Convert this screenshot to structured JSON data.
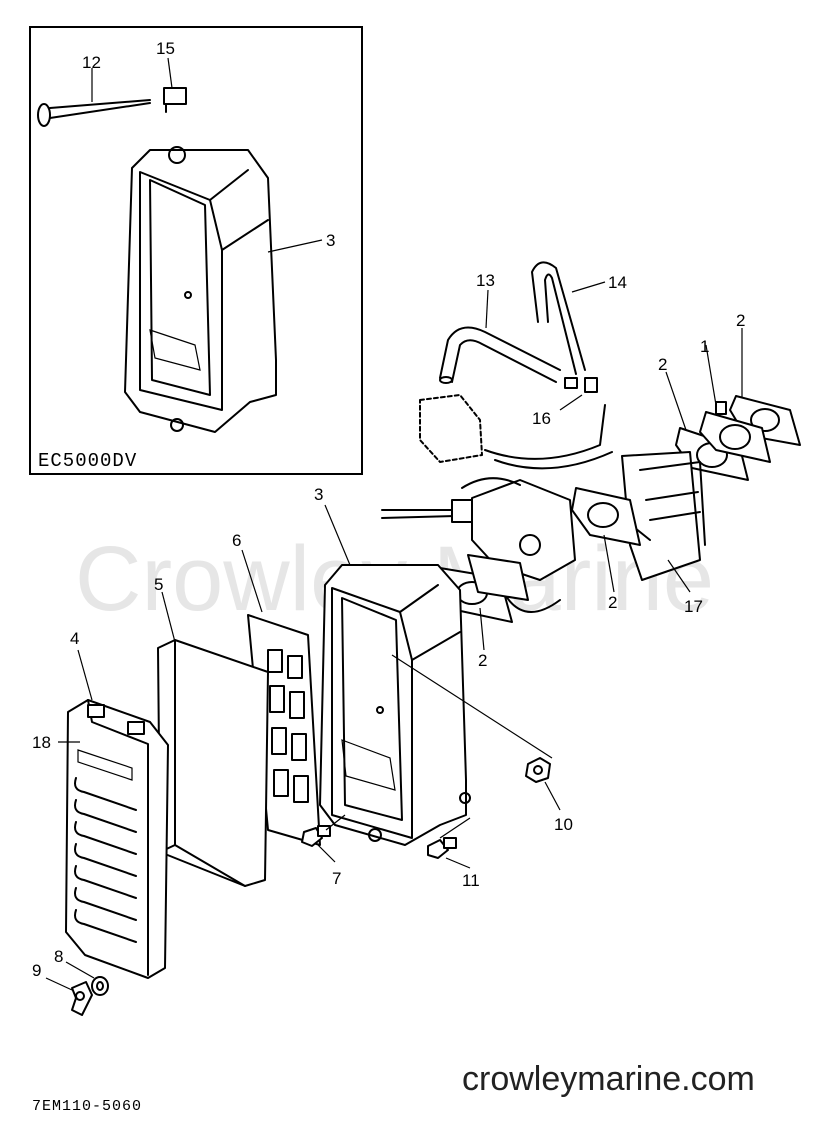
{
  "diagram": {
    "watermark": "Crowley Marine",
    "site_text": "crowleymarine.com",
    "drawing_code": "7EM110-5060",
    "inset_label": "EC5000DV",
    "callouts": [
      "12",
      "15",
      "3",
      "13",
      "14",
      "2",
      "1",
      "2",
      "16",
      "3",
      "6",
      "5",
      "4",
      "18",
      "2",
      "2",
      "17",
      "10",
      "7",
      "11",
      "9",
      "8"
    ],
    "parts": [
      "dipstick",
      "plug",
      "case",
      "hose",
      "hose",
      "gasket",
      "joint",
      "gasket",
      "fitting",
      "case",
      "plate",
      "element",
      "cover",
      "grille",
      "gasket",
      "gasket",
      "reed-valve",
      "nut",
      "bolt",
      "bolt",
      "wing-nut",
      "washer"
    ]
  }
}
